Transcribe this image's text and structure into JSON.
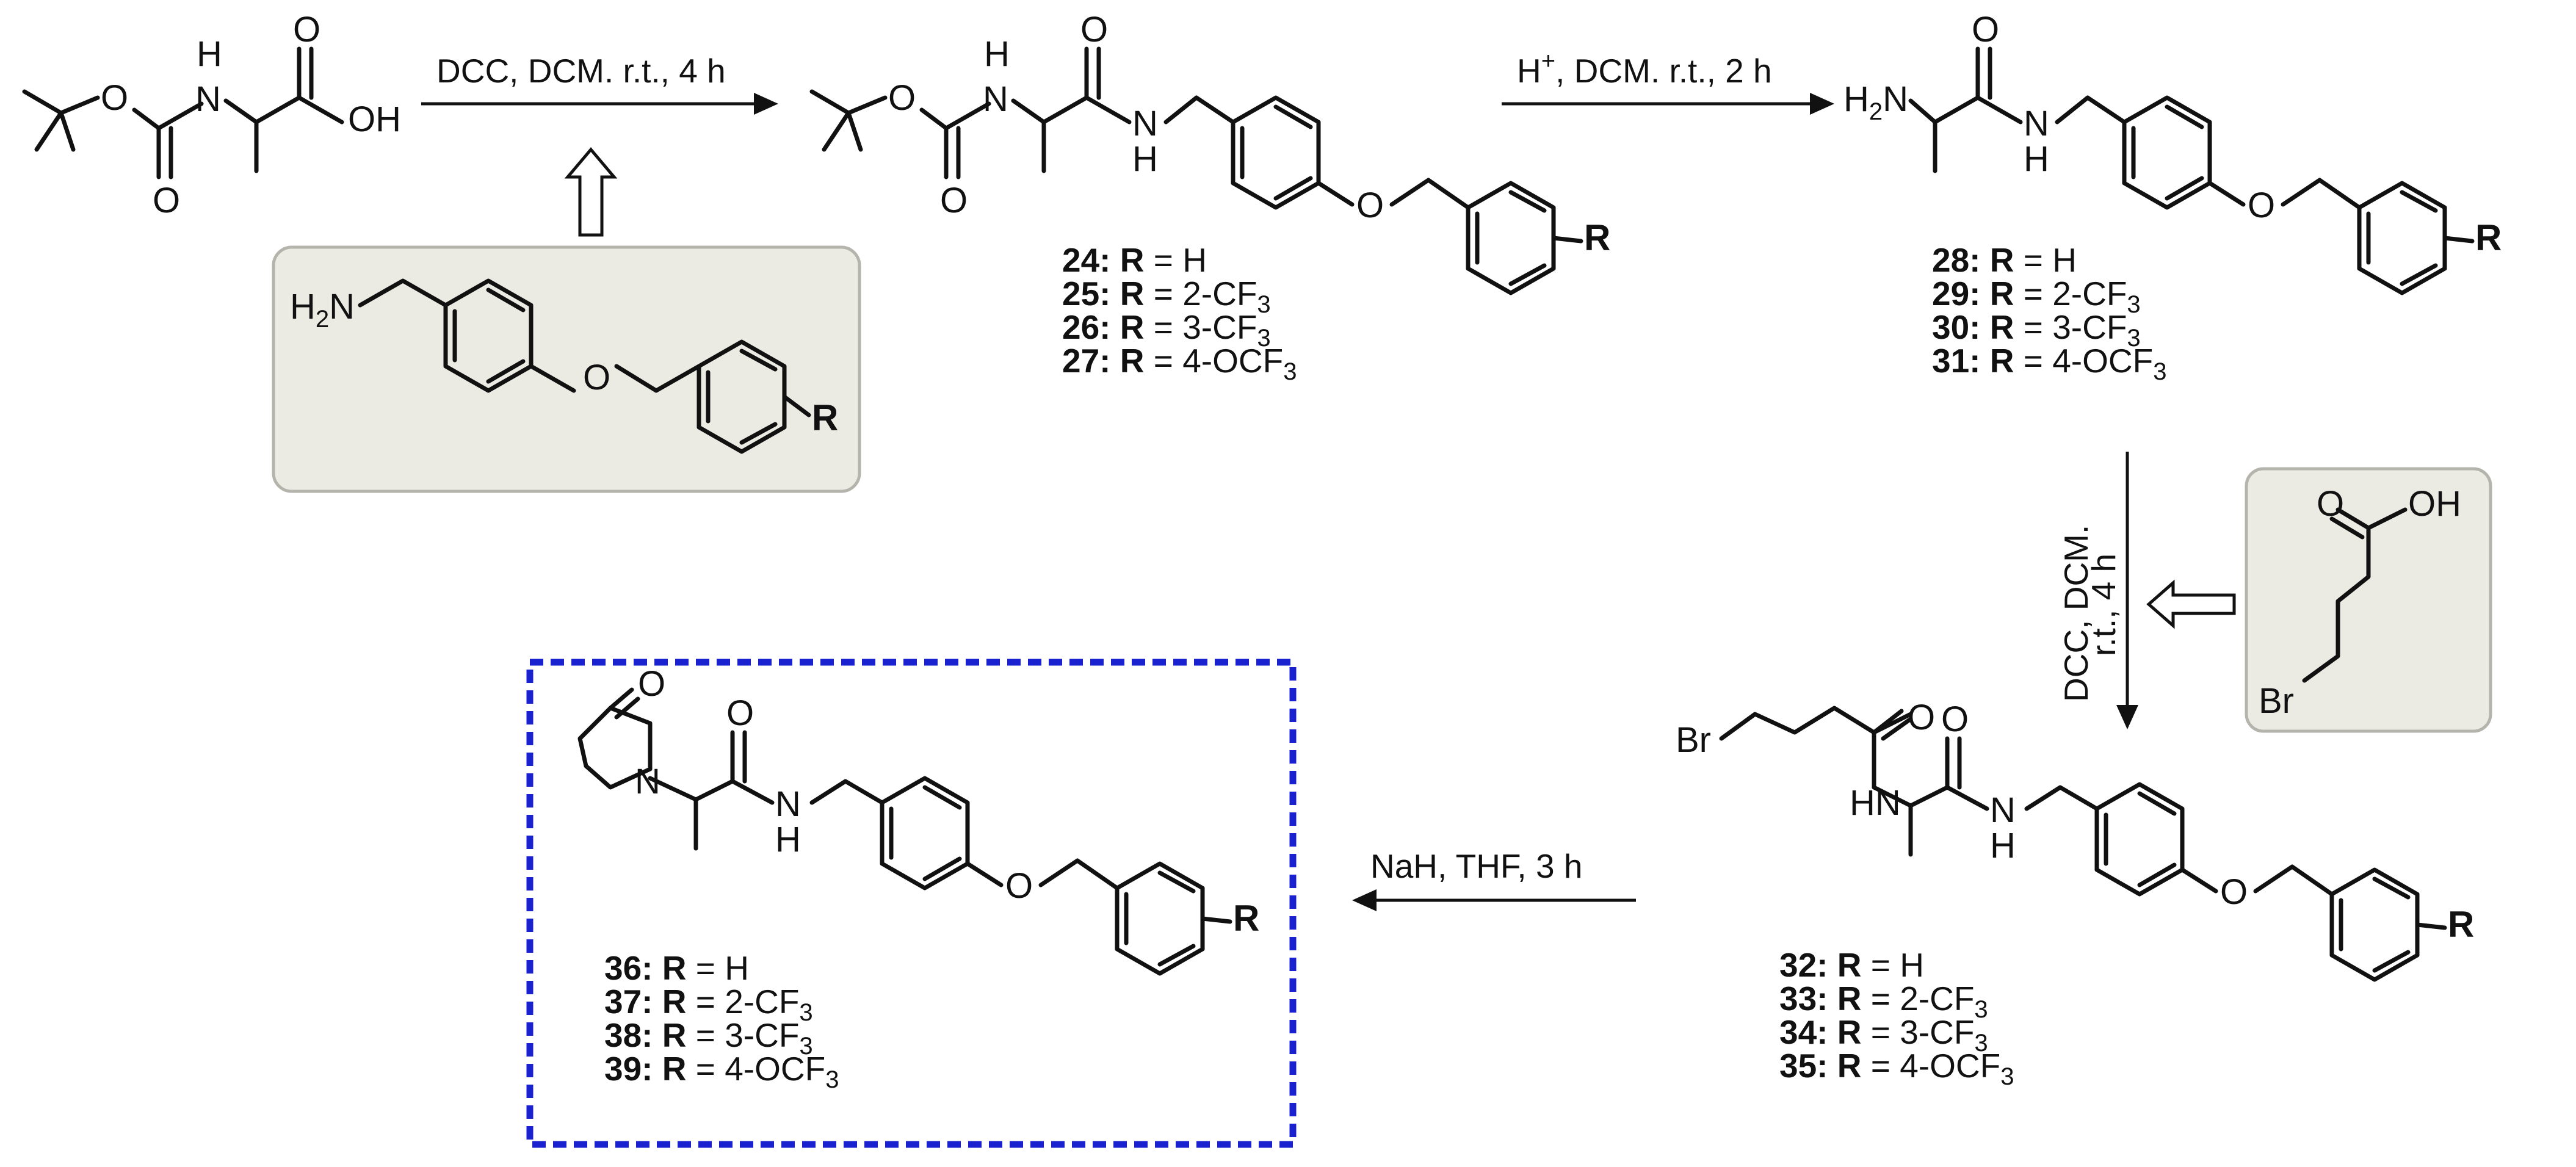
{
  "atoms": {
    "O": "O",
    "OH": "OH",
    "H": "H",
    "HN": "HN",
    "H2N": "H2N",
    "N": "N",
    "R": "R",
    "Br": "Br",
    "H2N_base": "H",
    "H2N_sub": "2",
    "H2N_tail": "N"
  },
  "steps": {
    "step1": "DCC, DCM. r.t., 4 h",
    "step2_main": "H",
    "step2_sup": "+",
    "step2_rest": ", DCM. r.t., 2 h",
    "step3_line1": "DCC, DCM.",
    "step3_line2": "r.t., 4 h",
    "step4": "NaH, THF, 3 h"
  },
  "compound_groups": [
    {
      "id": "24-27",
      "entries": [
        {
          "num": "24",
          "r": "H",
          "sub": ""
        },
        {
          "num": "25",
          "r": "2-CF",
          "sub": "3"
        },
        {
          "num": "26",
          "r": "3-CF",
          "sub": "3"
        },
        {
          "num": "27",
          "r": "4-OCF",
          "sub": "3"
        }
      ]
    },
    {
      "id": "28-31",
      "entries": [
        {
          "num": "28",
          "r": "H",
          "sub": ""
        },
        {
          "num": "29",
          "r": "2-CF",
          "sub": "3"
        },
        {
          "num": "30",
          "r": "3-CF",
          "sub": "3"
        },
        {
          "num": "31",
          "r": "4-OCF",
          "sub": "3"
        }
      ]
    },
    {
      "id": "32-35",
      "entries": [
        {
          "num": "32",
          "r": "H",
          "sub": ""
        },
        {
          "num": "33",
          "r": "2-CF",
          "sub": "3"
        },
        {
          "num": "34",
          "r": "3-CF",
          "sub": "3"
        },
        {
          "num": "35",
          "r": "4-OCF",
          "sub": "3"
        }
      ]
    },
    {
      "id": "36-39",
      "entries": [
        {
          "num": "36",
          "r": "H",
          "sub": ""
        },
        {
          "num": "37",
          "r": "2-CF",
          "sub": "3"
        },
        {
          "num": "38",
          "r": "3-CF",
          "sub": "3"
        },
        {
          "num": "39",
          "r": "4-OCF",
          "sub": "3"
        }
      ]
    }
  ],
  "label_parts": {
    "colon": ":",
    "r_symbol": "R",
    "equals": " = "
  },
  "colors": {
    "highlight_box": "#1a22d0",
    "reagent_box_fill": "#ebebe4"
  }
}
